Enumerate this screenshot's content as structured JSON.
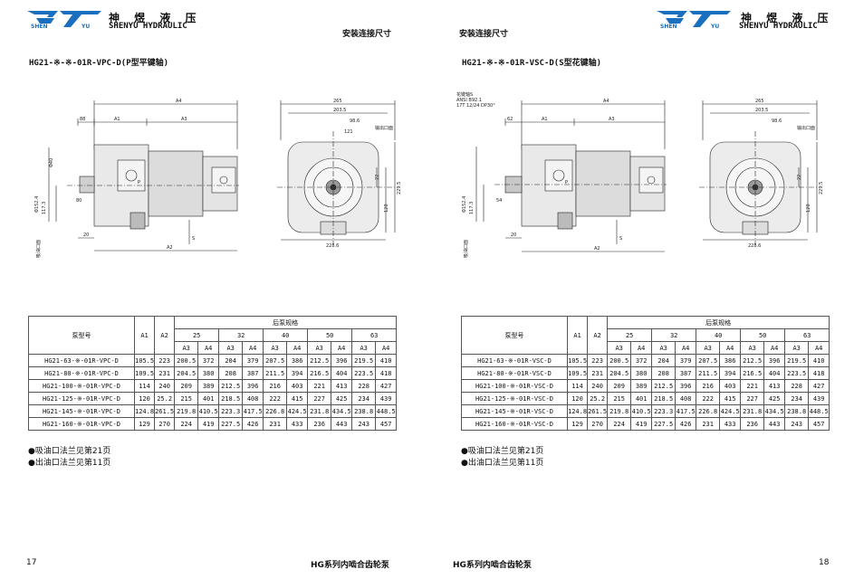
{
  "brand": {
    "name_cn": "神 煜 液 压",
    "name_en": "SHENYU HYDRAULIC",
    "logo_left": "SHEN",
    "logo_right": "YU"
  },
  "colors": {
    "brand_blue": "#1a6fbf"
  },
  "left_page": {
    "section_title": "安装连接尺寸",
    "model_title": "HG21-※-※-01R-VPC-D(P型平键轴)",
    "drawing_labels": {
      "A4": "A4",
      "A1": "A1",
      "A3": "A3",
      "A2": "A2",
      "d88": "88",
      "d80": "80",
      "d20": "20",
      "d117": "117.3",
      "d152": "Φ152.4",
      "d40": "Φ40",
      "S": "S",
      "P": "P",
      "d265": "265",
      "d203": "203.5",
      "d98": "98.6",
      "d121": "121",
      "d22": "22",
      "d120": "120",
      "d229": "229.5",
      "d228": "228.6",
      "out_port": "输出口面",
      "in_port": "吸油口面"
    },
    "notes": [
      "●吸油口法兰见第21页",
      "●出油口法兰见第11页"
    ],
    "page_number": "17",
    "footer_title": "HG系列内啮合齿轮泵"
  },
  "right_page": {
    "section_title": "安装连接尺寸",
    "model_title": "HG21-※-※-01R-VSC-D(S型花键轴)",
    "spline_note": [
      "花键轴S",
      "ANSI B92.1",
      "17T 12/24 DP30°"
    ],
    "drawing_labels": {
      "A4": "A4",
      "A1": "A1",
      "A3": "A3",
      "A2": "A2",
      "d62": "62",
      "d54": "54",
      "d20": "20",
      "d117": "117.3",
      "d152": "Φ152.4",
      "S": "S",
      "P": "P",
      "d265": "265",
      "d203": "203.5",
      "d98": "98.6",
      "d22": "22",
      "d120": "120",
      "d229": "229.5",
      "d228": "228.6",
      "out_port": "输出口面",
      "in_port": "吸油口面"
    },
    "notes": [
      "●吸油口法兰见第21页",
      "●出油口法兰见第11页"
    ],
    "page_number": "18",
    "footer_title": "HG系列内啮合齿轮泵"
  },
  "table": {
    "col_model": "泵型号",
    "col_a1": "A1",
    "col_a2": "A2",
    "group_header": "后泵规格",
    "sizes": [
      "25",
      "32",
      "40",
      "50",
      "63"
    ],
    "sub_headers": [
      "A3",
      "A4"
    ],
    "rows_left": [
      [
        "HG21-63-※-01R-VPC-D",
        "105.5",
        "223",
        "200.5",
        "372",
        "204",
        "379",
        "207.5",
        "386",
        "212.5",
        "396",
        "219.5",
        "410"
      ],
      [
        "HG21-80-※-01R-VPC-D",
        "109.5",
        "231",
        "204.5",
        "380",
        "208",
        "387",
        "211.5",
        "394",
        "216.5",
        "404",
        "223.5",
        "418"
      ],
      [
        "HG21-100-※-01R-VPC-D",
        "114",
        "240",
        "209",
        "389",
        "212.5",
        "396",
        "216",
        "403",
        "221",
        "413",
        "228",
        "427"
      ],
      [
        "HG21-125-※-01R-VPC-D",
        "120",
        "25.2",
        "215",
        "401",
        "218.5",
        "408",
        "222",
        "415",
        "227",
        "425",
        "234",
        "439"
      ],
      [
        "HG21-145-※-01R-VPC-D",
        "124.8",
        "261.5",
        "219.8",
        "410.5",
        "223.3",
        "417.5",
        "226.8",
        "424.5",
        "231.8",
        "434.5",
        "238.8",
        "448.5"
      ],
      [
        "HG21-160-※-01R-VPC-D",
        "129",
        "270",
        "224",
        "419",
        "227.5",
        "426",
        "231",
        "433",
        "236",
        "443",
        "243",
        "457"
      ]
    ],
    "rows_right": [
      [
        "HG21-63-※-01R-VSC-D",
        "105.5",
        "223",
        "200.5",
        "372",
        "204",
        "379",
        "207.5",
        "386",
        "212.5",
        "396",
        "219.5",
        "410"
      ],
      [
        "HG21-80-※-01R-VSC-D",
        "109.5",
        "231",
        "204.5",
        "380",
        "208",
        "387",
        "211.5",
        "394",
        "216.5",
        "404",
        "223.5",
        "418"
      ],
      [
        "HG21-100-※-01R-VSC-D",
        "114",
        "240",
        "209",
        "389",
        "212.5",
        "396",
        "216",
        "403",
        "221",
        "413",
        "228",
        "427"
      ],
      [
        "HG21-125-※-01R-VSC-D",
        "120",
        "25.2",
        "215",
        "401",
        "218.5",
        "408",
        "222",
        "415",
        "227",
        "425",
        "234",
        "439"
      ],
      [
        "HG21-145-※-01R-VSC-D",
        "124.8",
        "261.5",
        "219.8",
        "410.5",
        "223.3",
        "417.5",
        "226.8",
        "424.5",
        "231.8",
        "434.5",
        "238.8",
        "448.5"
      ],
      [
        "HG21-160-※-01R-VSC-D",
        "129",
        "270",
        "224",
        "419",
        "227.5",
        "426",
        "231",
        "433",
        "236",
        "443",
        "243",
        "457"
      ]
    ]
  }
}
